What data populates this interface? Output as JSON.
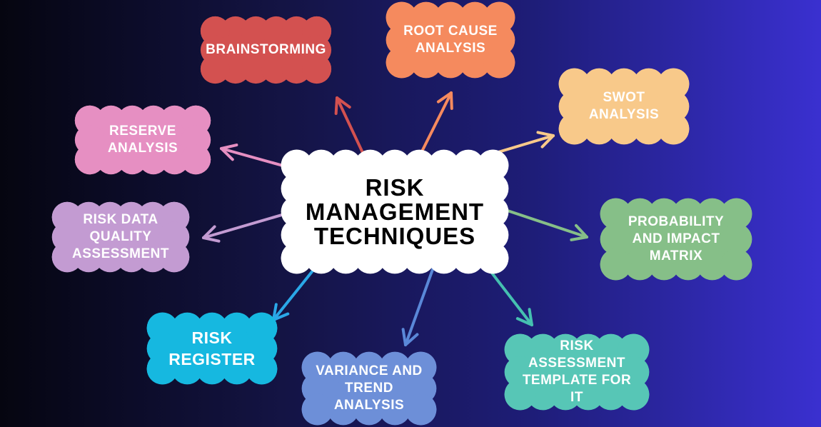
{
  "title": "RISK\nMANAGEMENT\nTECHNIQUES",
  "nodes": [
    {
      "id": "brainstorming",
      "label": "BRAINSTORMING",
      "color": "#d35150"
    },
    {
      "id": "root-cause",
      "label": "ROOT CAUSE\nANALYSIS",
      "color": "#f58a5e"
    },
    {
      "id": "swot",
      "label": "SWOT\nANALYSIS",
      "color": "#f8c98a"
    },
    {
      "id": "reserve",
      "label": "RESERVE\nANALYSIS",
      "color": "#e68fc2"
    },
    {
      "id": "risk-data-quality",
      "label": "RISK DATA\nQUALITY\nASSESSMENT",
      "color": "#c39bd2"
    },
    {
      "id": "probability-impact",
      "label": "PROBABILITY\nAND IMPACT\nMATRIX",
      "color": "#86bf88"
    },
    {
      "id": "risk-register",
      "label": "RISK\nREGISTER",
      "color": "#16b8e0"
    },
    {
      "id": "variance-trend",
      "label": "VARIANCE AND\nTREND\nANALYSIS",
      "color": "#6d8fd8"
    },
    {
      "id": "risk-assessment-template",
      "label": "RISK\nASSESSMENT\nTEMPLATE FOR IT",
      "color": "#57c6b6"
    }
  ],
  "arrow_colors": [
    "#d35150",
    "#f58a5e",
    "#f8c98a",
    "#e68fc2",
    "#c39bd2",
    "#86bf88",
    "#2aa8e8",
    "#5a88d8",
    "#45c0b0"
  ]
}
